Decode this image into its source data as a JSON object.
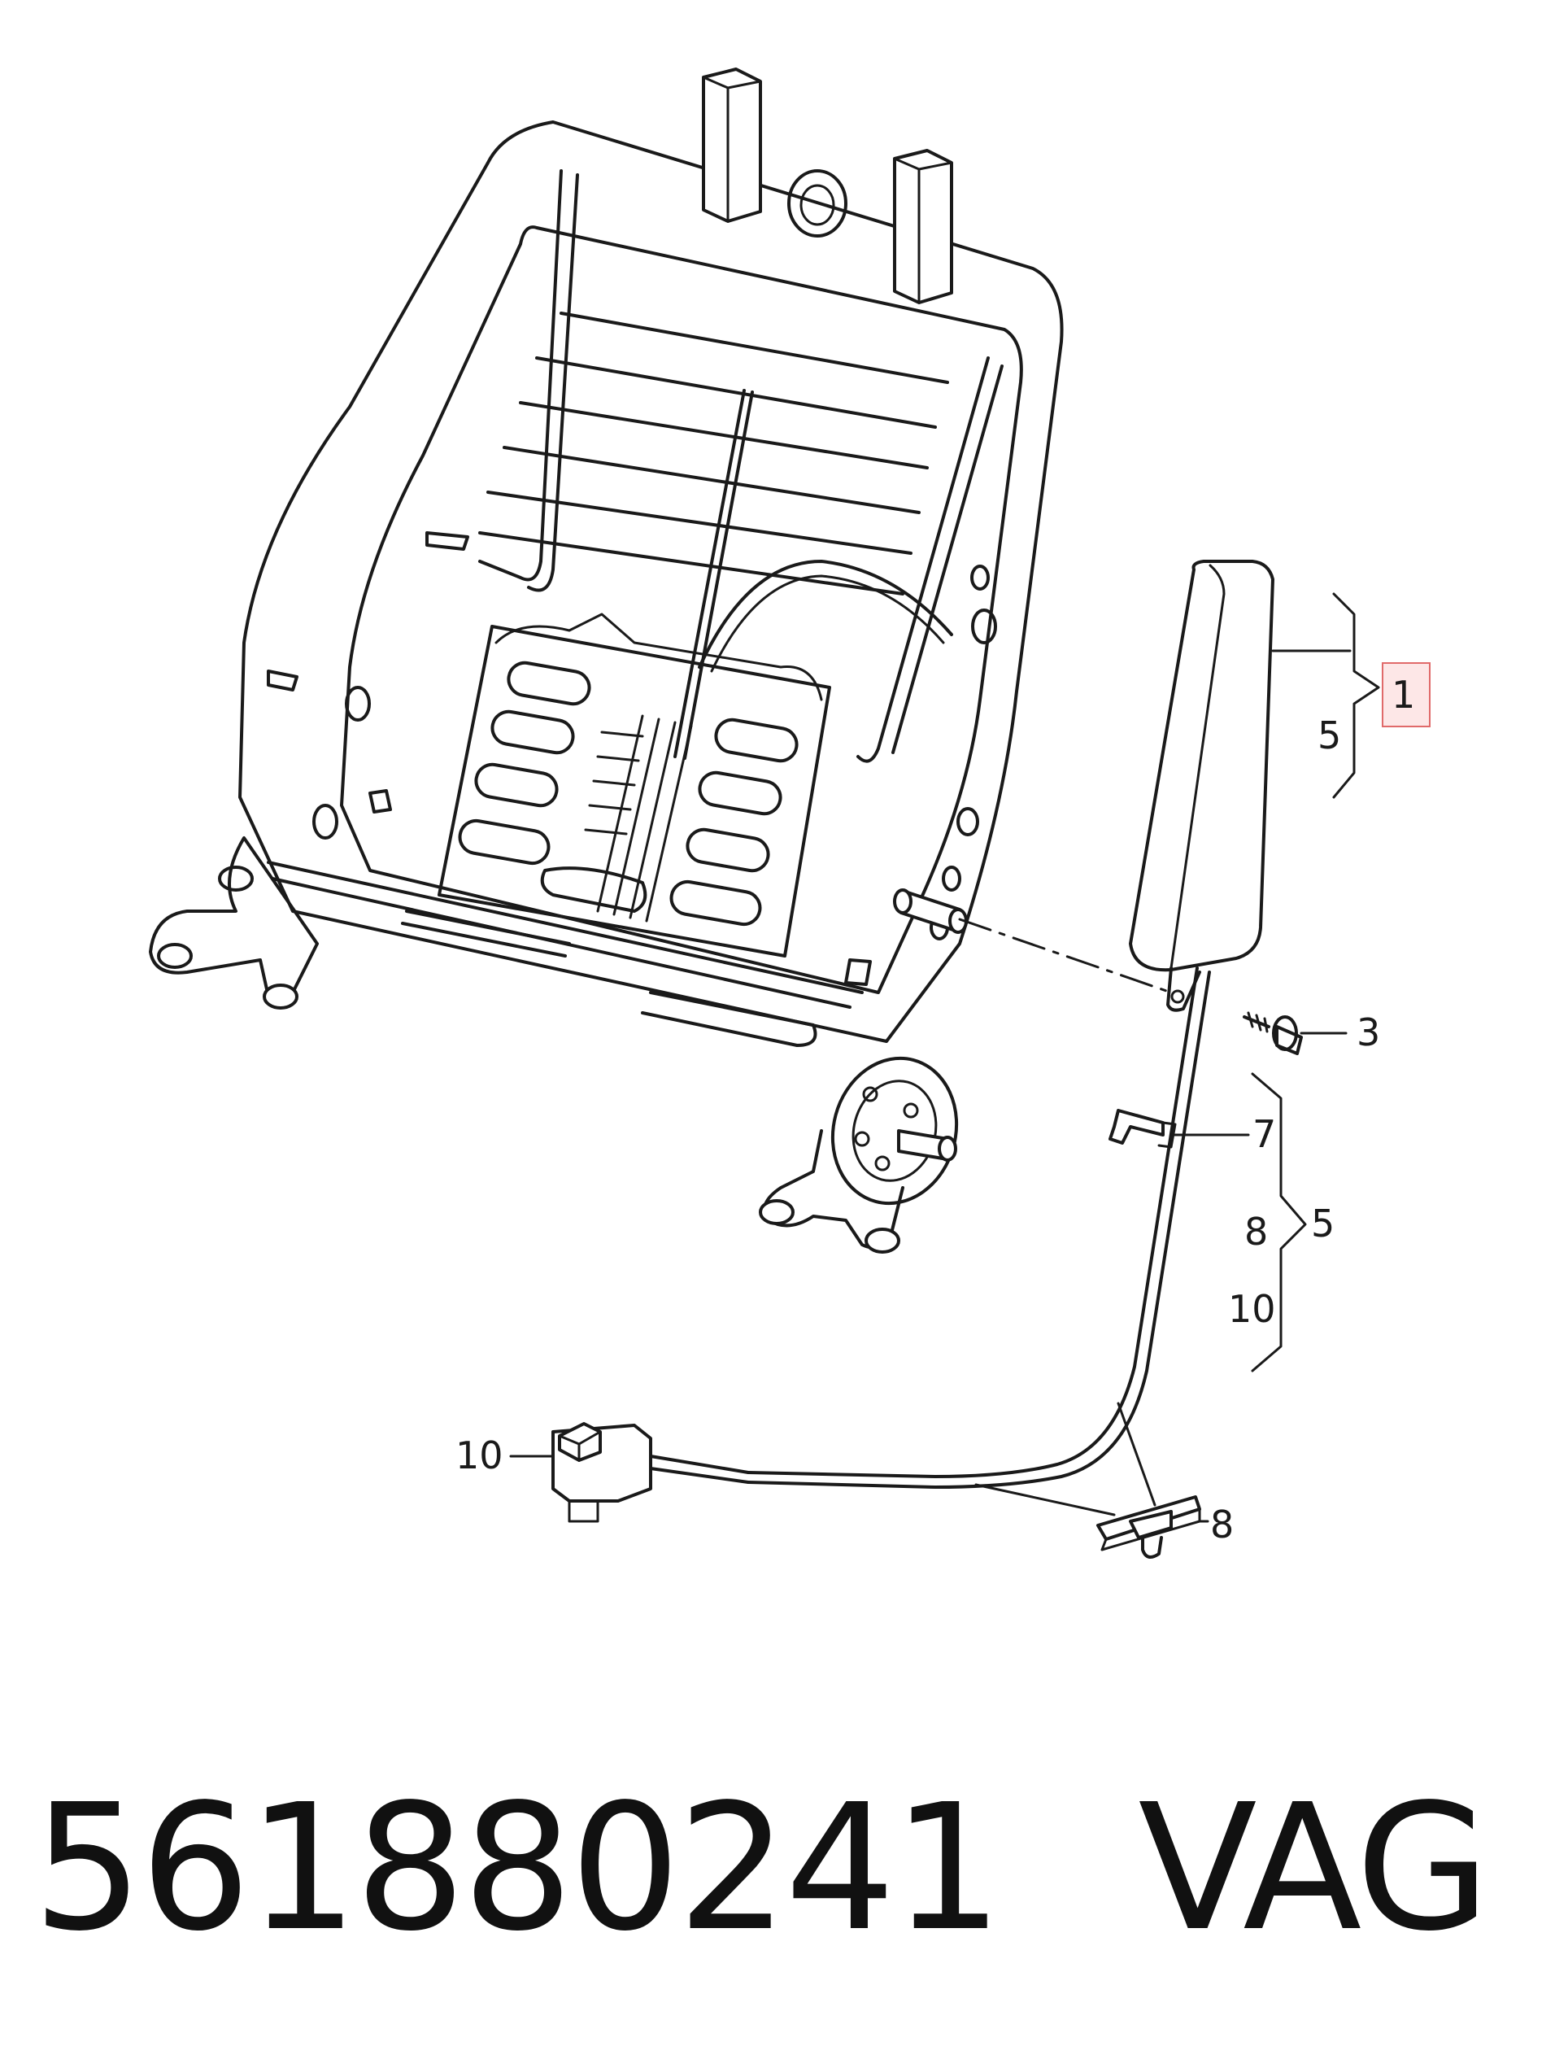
{
  "diagram": {
    "callouts": {
      "c1": "1",
      "c5_top": "5",
      "c3": "3",
      "c7": "7",
      "c8_group": "8",
      "c5_group": "5",
      "c10_group": "10",
      "c10_left": "10",
      "c8_bottom": "8"
    },
    "highlight_color": "#e06a6a"
  },
  "footer": {
    "part_number": "561880241",
    "brand": "VAG"
  }
}
